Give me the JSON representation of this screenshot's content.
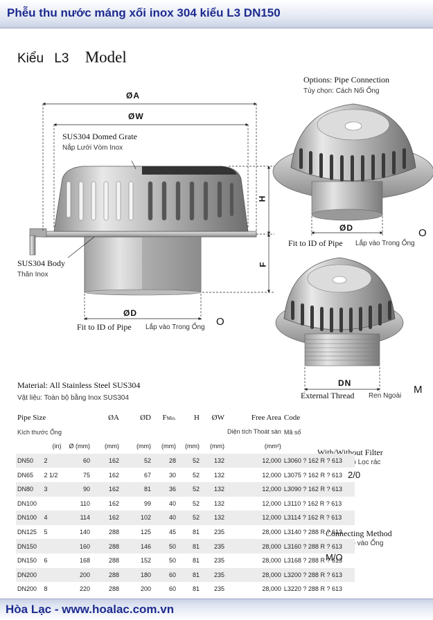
{
  "header": {
    "title": "Phễu thu nước máng xối inox 304 kiểu L3 DN150"
  },
  "footer": {
    "text": "Hòa Lạc - www.hoalac.com.vn"
  },
  "model": {
    "prefix": "Kiểu",
    "code": "L3",
    "label": "Model"
  },
  "options": {
    "title": "Options: Pipe Connection",
    "subtitle": "Tùy chọn: Cách Nối Ống"
  },
  "dims": {
    "a": "ØA",
    "w": "ØW",
    "h": "H",
    "f": "F",
    "d": "ØD",
    "d2": "ØD",
    "dn": "DN"
  },
  "callouts": {
    "grate_en": "SUS304 Domed Grate",
    "grate_vn": "Nắp Lưới Vòm Inox",
    "body_en": "SUS304 Body",
    "body_vn": "Thân Inox",
    "fit_en": "Fit to ID of Pipe",
    "fit_vn": "Lắp vào Trong Ống",
    "fit2_en": "Fit to ID of Pipe",
    "fit2_vn": "Lắp vào Trong Ống",
    "thread_en": "External Thread",
    "thread_vn": "Ren Ngoài",
    "opt_o1": "O",
    "opt_o2": "O",
    "opt_m": "M"
  },
  "material": {
    "en": "Material: All Stainless Steel SUS304",
    "vn": "Vật liệu: Toàn bộ bằng Inox SUS304"
  },
  "side_notes": {
    "filter_en": "With/Without Filter",
    "filter_vn": "Có/Không có Lọc rác",
    "filter_code": "2/0",
    "connect_en": "Connecting Method",
    "connect_vn": "Cách Lắp vào Ống",
    "connect_code": "M/O"
  },
  "table": {
    "headers": {
      "pipe_size": "Pipe Size",
      "pipe_size_vn": "Kích thước Ống",
      "a": "ØA",
      "d": "ØD",
      "f": "F",
      "f_sub": "Min.",
      "h": "H",
      "w": "ØW",
      "free_area": "Free Area",
      "free_area_vn": "Diện tích Thoát sàn",
      "code": "Code",
      "code_vn": "Mã số"
    },
    "units": {
      "inch": "(in)",
      "mm_d": "Ø (mm)",
      "a": "(mm)",
      "d": "(mm)",
      "f": "(mm)",
      "h": "(mm)",
      "w": "(mm)",
      "area": "(mm²)"
    },
    "rows": [
      {
        "dn": "DN50",
        "inch": "2",
        "mm": "60",
        "a": "162",
        "d": "52",
        "f": "28",
        "h": "52",
        "w": "132",
        "area": "12,000",
        "code": "L3060 ? 162 R ? 613"
      },
      {
        "dn": "DN65",
        "inch": "2 1/2",
        "mm": "75",
        "a": "162",
        "d": "67",
        "f": "30",
        "h": "52",
        "w": "132",
        "area": "12,000",
        "code": "L3075 ? 162 R ? 613"
      },
      {
        "dn": "DN80",
        "inch": "3",
        "mm": "90",
        "a": "162",
        "d": "81",
        "f": "36",
        "h": "52",
        "w": "132",
        "area": "12,000",
        "code": "L3090 ? 162 R ? 613"
      },
      {
        "dn": "DN100",
        "inch": "",
        "mm": "110",
        "a": "162",
        "d": "99",
        "f": "40",
        "h": "52",
        "w": "132",
        "area": "12,000",
        "code": "L3110 ? 162 R ? 613"
      },
      {
        "dn": "DN100",
        "inch": "4",
        "mm": "114",
        "a": "162",
        "d": "102",
        "f": "40",
        "h": "52",
        "w": "132",
        "area": "12,000",
        "code": "L3114 ? 162 R ? 613"
      },
      {
        "dn": "DN125",
        "inch": "5",
        "mm": "140",
        "a": "288",
        "d": "125",
        "f": "45",
        "h": "81",
        "w": "235",
        "area": "28,000",
        "code": "L3140 ? 288 R ? 613"
      },
      {
        "dn": "DN150",
        "inch": "",
        "mm": "160",
        "a": "288",
        "d": "146",
        "f": "50",
        "h": "81",
        "w": "235",
        "area": "28,000",
        "code": "L3160 ? 288 R ? 613"
      },
      {
        "dn": "DN150",
        "inch": "6",
        "mm": "168",
        "a": "288",
        "d": "152",
        "f": "50",
        "h": "81",
        "w": "235",
        "area": "28,000",
        "code": "L3168 ? 288 R ? 613"
      },
      {
        "dn": "DN200",
        "inch": "",
        "mm": "200",
        "a": "288",
        "d": "180",
        "f": "60",
        "h": "81",
        "w": "235",
        "area": "28,000",
        "code": "L3200 ? 288 R ? 613"
      },
      {
        "dn": "DN200",
        "inch": "8",
        "mm": "220",
        "a": "288",
        "d": "200",
        "f": "60",
        "h": "81",
        "w": "235",
        "area": "28,000",
        "code": "L3220 ? 288 R ? 613"
      }
    ]
  }
}
